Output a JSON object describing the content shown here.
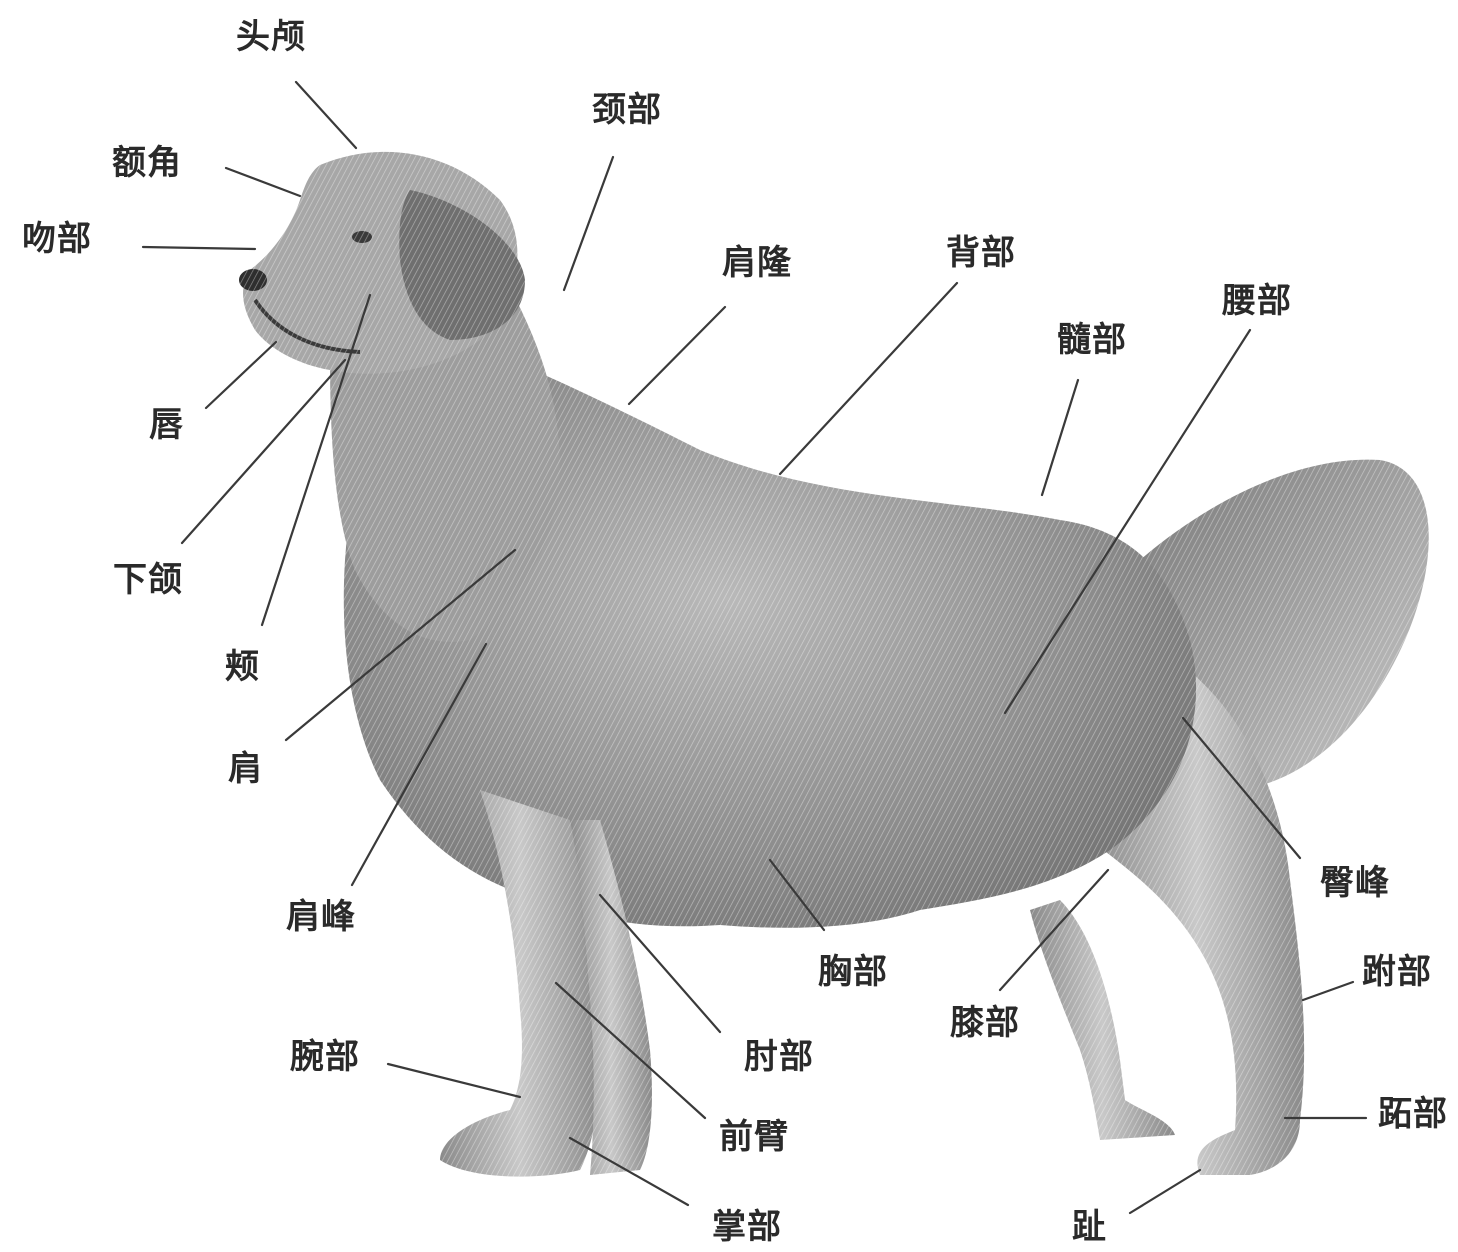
{
  "labels": {
    "toulu": "头颅",
    "ejiao": "额角",
    "wenbu": "吻部",
    "chun": "唇",
    "xiahe": "下颌",
    "jia": "颊",
    "jian": "肩",
    "jianfeng": "肩峰",
    "wanbu": "腕部",
    "zhangbu": "掌部",
    "qianbi": "前臂",
    "zhoubu": "肘部",
    "xiongbu": "胸部",
    "xibu": "膝部",
    "zhi": "趾",
    "zhibu_paw": "跖部",
    "fubu": "跗部",
    "tunfeng": "臀峰",
    "yaobu": "腰部",
    "suibu": "髓部",
    "beibu": "背部",
    "jianlong": "肩隆",
    "jingbu": "颈部"
  },
  "colors": {
    "fur_light": "#e6e6e6",
    "fur_mid": "#a8a8a8",
    "fur_dark": "#5a5a5a",
    "ink": "#2a2a2a"
  }
}
